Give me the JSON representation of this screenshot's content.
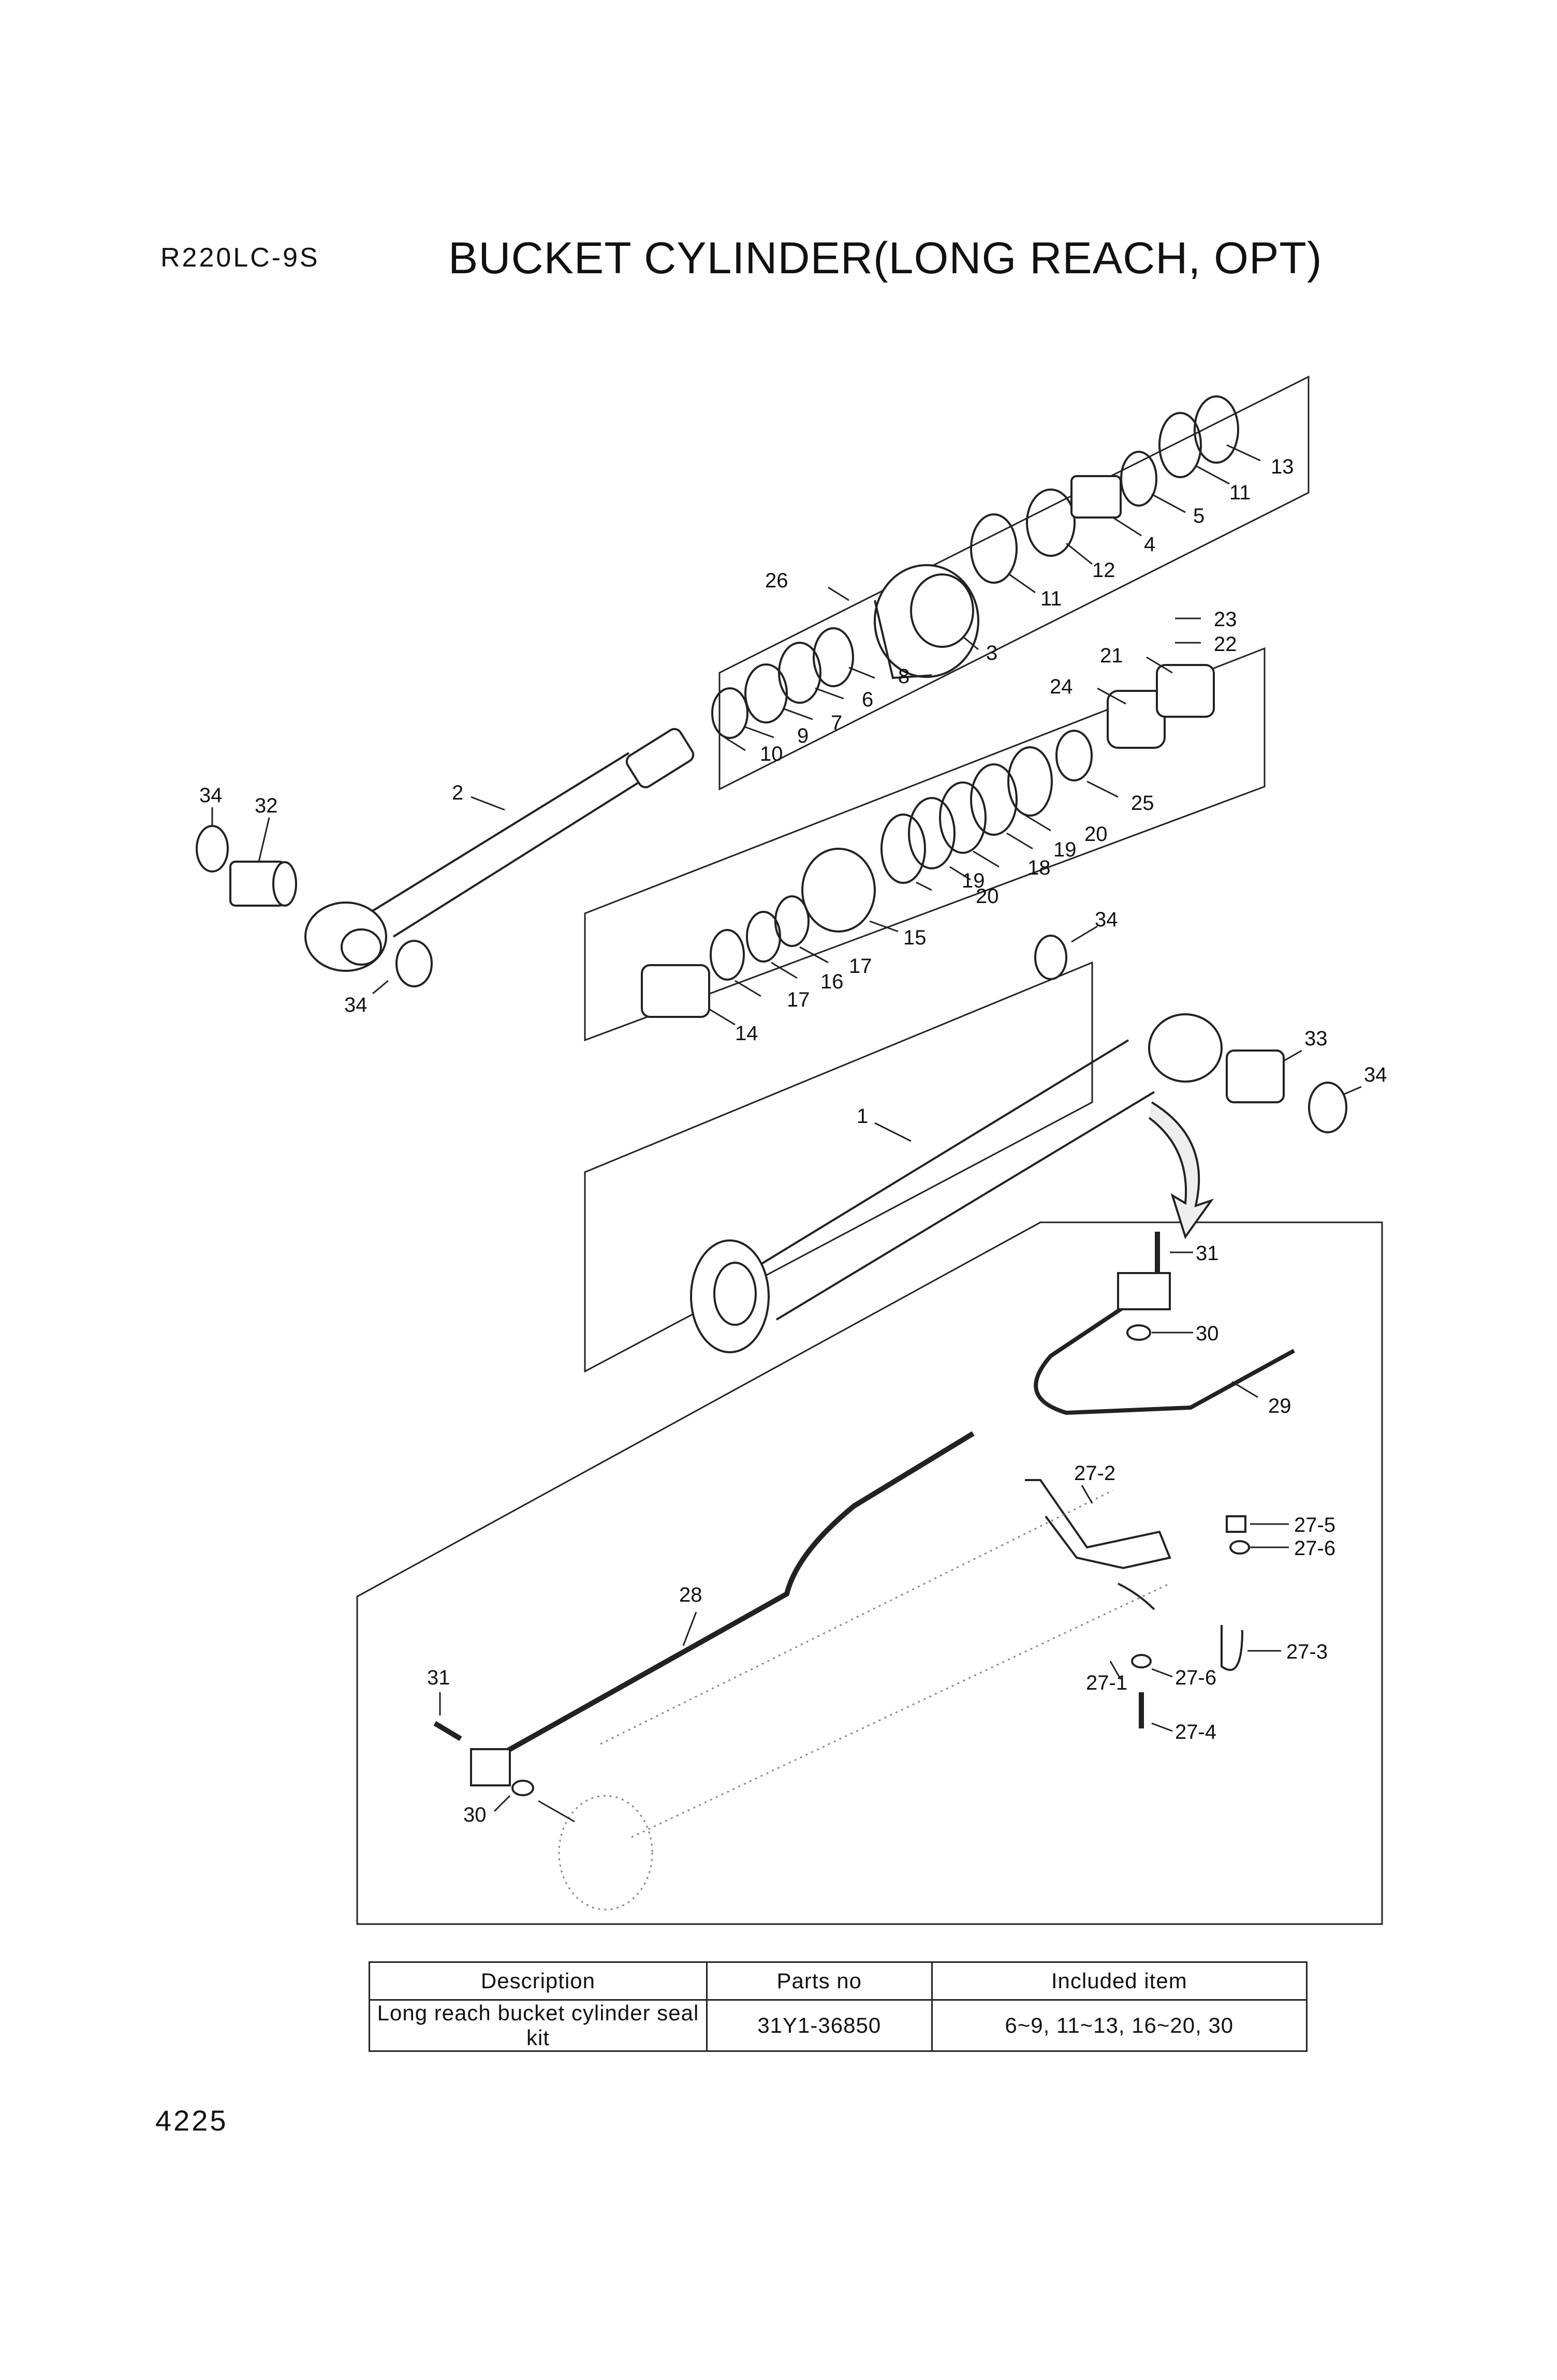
{
  "header": {
    "model": "R220LC-9S",
    "title": "BUCKET CYLINDER(LONG REACH, OPT)"
  },
  "callouts": [
    {
      "id": "c13",
      "label": "13"
    },
    {
      "id": "c11a",
      "label": "11"
    },
    {
      "id": "c5",
      "label": "5"
    },
    {
      "id": "c4",
      "label": "4"
    },
    {
      "id": "c12",
      "label": "12"
    },
    {
      "id": "c11b",
      "label": "11"
    },
    {
      "id": "c26",
      "label": "26"
    },
    {
      "id": "c3",
      "label": "3"
    },
    {
      "id": "c8",
      "label": "8"
    },
    {
      "id": "c6",
      "label": "6"
    },
    {
      "id": "c7",
      "label": "7"
    },
    {
      "id": "c9",
      "label": "9"
    },
    {
      "id": "c10",
      "label": "10"
    },
    {
      "id": "c23",
      "label": "23"
    },
    {
      "id": "c22",
      "label": "22"
    },
    {
      "id": "c21",
      "label": "21"
    },
    {
      "id": "c24",
      "label": "24"
    },
    {
      "id": "c25",
      "label": "25"
    },
    {
      "id": "c20a",
      "label": "20"
    },
    {
      "id": "c19a",
      "label": "19"
    },
    {
      "id": "c18",
      "label": "18"
    },
    {
      "id": "c19b",
      "label": "19"
    },
    {
      "id": "c20b",
      "label": "20"
    },
    {
      "id": "c15",
      "label": "15"
    },
    {
      "id": "c17a",
      "label": "17"
    },
    {
      "id": "c16",
      "label": "16"
    },
    {
      "id": "c17b",
      "label": "17"
    },
    {
      "id": "c14",
      "label": "14"
    },
    {
      "id": "c34a",
      "label": "34"
    },
    {
      "id": "c32",
      "label": "32"
    },
    {
      "id": "c2",
      "label": "2"
    },
    {
      "id": "c34b",
      "label": "34"
    },
    {
      "id": "c34c",
      "label": "34"
    },
    {
      "id": "c33",
      "label": "33"
    },
    {
      "id": "c34d",
      "label": "34"
    },
    {
      "id": "c1",
      "label": "1"
    },
    {
      "id": "c31a",
      "label": "31"
    },
    {
      "id": "c30a",
      "label": "30"
    },
    {
      "id": "c29",
      "label": "29"
    },
    {
      "id": "c27-2",
      "label": "27-2"
    },
    {
      "id": "c27-5",
      "label": "27-5"
    },
    {
      "id": "c27-6a",
      "label": "27-6"
    },
    {
      "id": "c28",
      "label": "28"
    },
    {
      "id": "c27-3",
      "label": "27-3"
    },
    {
      "id": "c27-1",
      "label": "27-1"
    },
    {
      "id": "c27-6b",
      "label": "27-6"
    },
    {
      "id": "c27-4",
      "label": "27-4"
    },
    {
      "id": "c31b",
      "label": "31"
    },
    {
      "id": "c30b",
      "label": "30"
    }
  ],
  "table": {
    "headers": [
      "Description",
      "Parts no",
      "Included item"
    ],
    "rows": [
      [
        "Long reach bucket cylinder seal kit",
        "31Y1-36850",
        "6~9, 11~13, 16~20, 30"
      ]
    ]
  },
  "footer": {
    "page_number": "4225"
  }
}
